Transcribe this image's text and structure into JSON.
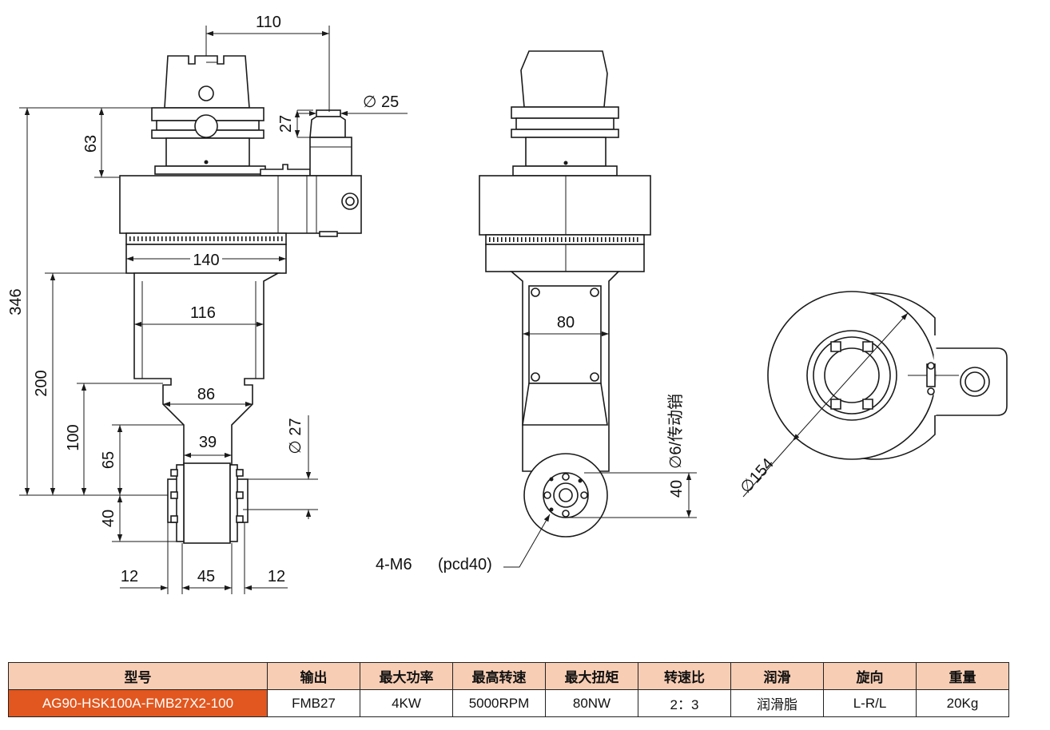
{
  "colors": {
    "header_bg": "#f7cdb4",
    "model_cell_bg": "#e1571f",
    "line": "#1a1a1a"
  },
  "dimensions": {
    "d110": "110",
    "d25": "∅ 25",
    "d27a": "27",
    "d63": "63",
    "d346": "346",
    "d140": "140",
    "d116": "116",
    "d200": "200",
    "d86": "86",
    "d100": "100",
    "d27b": "∅ 27",
    "d39": "39",
    "d65": "65",
    "d40a": "40",
    "d12a": "12",
    "d45": "45",
    "d12b": "12",
    "d80": "80",
    "d6pin": "∅6/传动销",
    "d40b": "40",
    "d154": "∅154",
    "m6": "4-M6",
    "pcd": "(pcd40)"
  },
  "table": {
    "headers": [
      "型号",
      "输出",
      "最大功率",
      "最高转速",
      "最大扭矩",
      "转速比",
      "润滑",
      "旋向",
      "重量"
    ],
    "row": [
      "AG90-HSK100A-FMB27X2-100",
      "FMB27",
      "4KW",
      "5000RPM",
      "80NW",
      "2：3",
      "润滑脂",
      "L-R/L",
      "20Kg"
    ]
  }
}
